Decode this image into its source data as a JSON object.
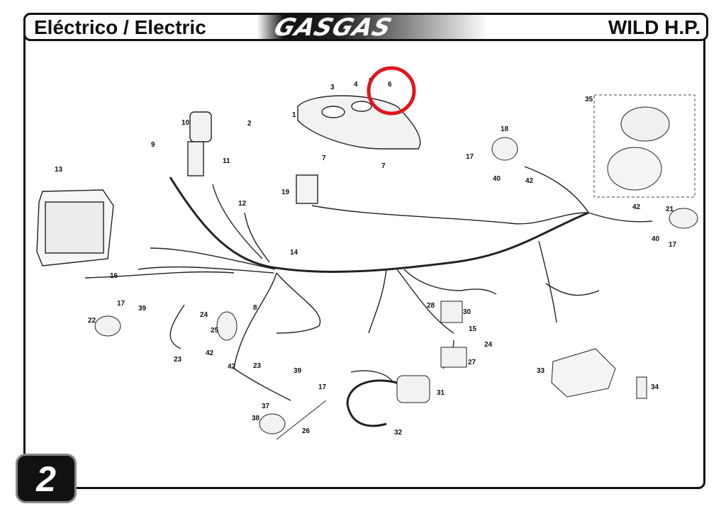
{
  "header": {
    "title_left": "Eléctrico / Electric",
    "brand": "GASGAS",
    "title_right": "WILD H.P."
  },
  "page_number": "2",
  "callouts": [
    "1",
    "2",
    "3",
    "4",
    "5",
    "6",
    "7",
    "7",
    "8",
    "9",
    "10",
    "11",
    "12",
    "13",
    "14",
    "15",
    "16",
    "17",
    "17",
    "17",
    "17",
    "18",
    "19",
    "21",
    "22",
    "23",
    "23",
    "24",
    "24",
    "25",
    "26",
    "27",
    "28",
    "30",
    "31",
    "32",
    "33",
    "34",
    "35",
    "37",
    "38",
    "39",
    "39",
    "40",
    "40",
    "42",
    "42",
    "42",
    "42"
  ],
  "highlight_color": "#e2141b"
}
